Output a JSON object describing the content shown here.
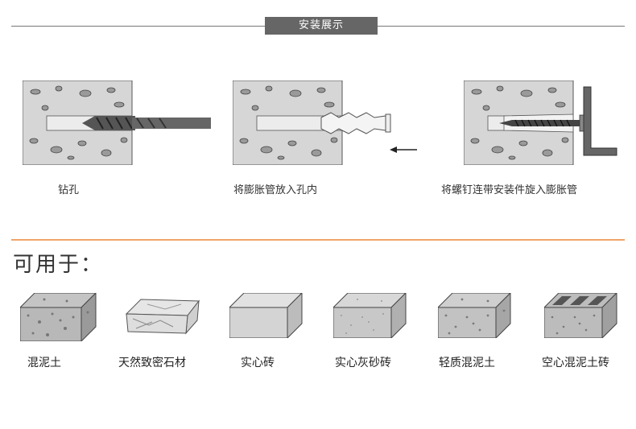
{
  "header": {
    "title": "安装展示"
  },
  "steps": [
    {
      "label": "钻孔"
    },
    {
      "label": "将膨胀管放入孔内"
    },
    {
      "label": "将螺钉连带安装件旋入膨胀管"
    }
  ],
  "usage": {
    "title": "可用于：",
    "materials": [
      {
        "label": "混泥土"
      },
      {
        "label": "天然致密石材"
      },
      {
        "label": "实心砖"
      },
      {
        "label": "实心灰砂砖"
      },
      {
        "label": "轻质混泥土"
      },
      {
        "label": "空心混泥土砖"
      }
    ]
  },
  "colors": {
    "banner": "#666666",
    "divider": "#f0a46a",
    "concrete": "#d6d6d6"
  }
}
